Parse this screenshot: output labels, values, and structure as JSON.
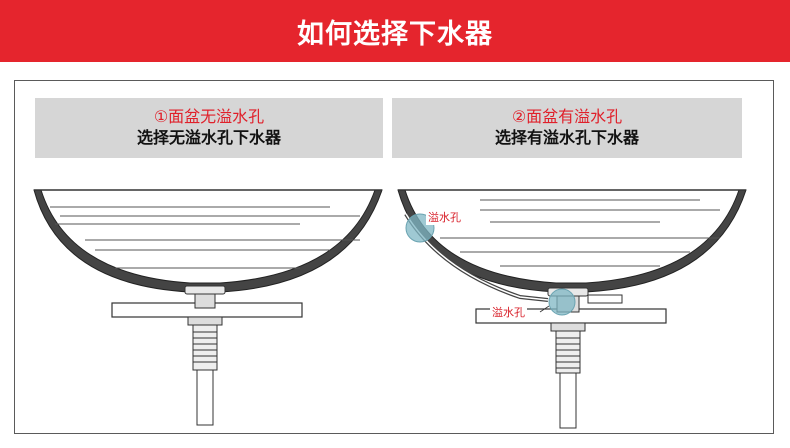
{
  "header": {
    "title": "如何选择下水器"
  },
  "panels": [
    {
      "number_title": "①面盆无溢水孔",
      "subtitle": "选择无溢水孔下水器"
    },
    {
      "number_title": "②面盆有溢水孔",
      "subtitle": "选择有溢水孔下水器"
    }
  ],
  "callouts": {
    "top": "溢水孔",
    "bottom": "溢水孔"
  },
  "colors": {
    "banner": "#e5252d",
    "label_bg": "#d6d6d6",
    "accent_red": "#e0202a",
    "highlight": "#7fb7c4"
  }
}
